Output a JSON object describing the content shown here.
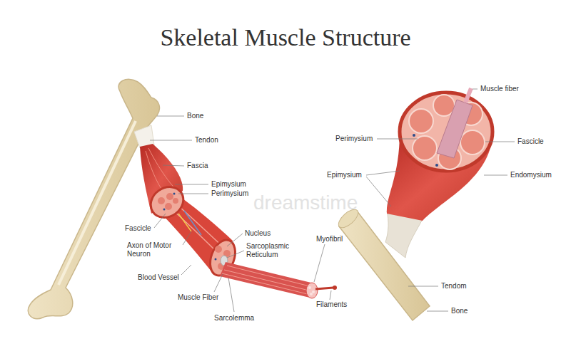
{
  "diagram": {
    "title": "Skeletal Muscle Structure",
    "labels": [
      "Bone",
      "Tendon",
      "Fascia",
      "Epimysium",
      "Perimysium",
      "Fascicle",
      "Axon of Motor Neuron",
      "Nucleus",
      "Sarcoplasmic Reticulum",
      "Myofibril",
      "Blood Vessel",
      "Muscle Fiber",
      "Sarcolemma",
      "Filaments",
      "Muscle fiber",
      "Perimysium",
      "Fascicle",
      "Epimysium",
      "Endomysium",
      "Tendom",
      "Bone",
      "dreamstime"
    ]
  }
}
